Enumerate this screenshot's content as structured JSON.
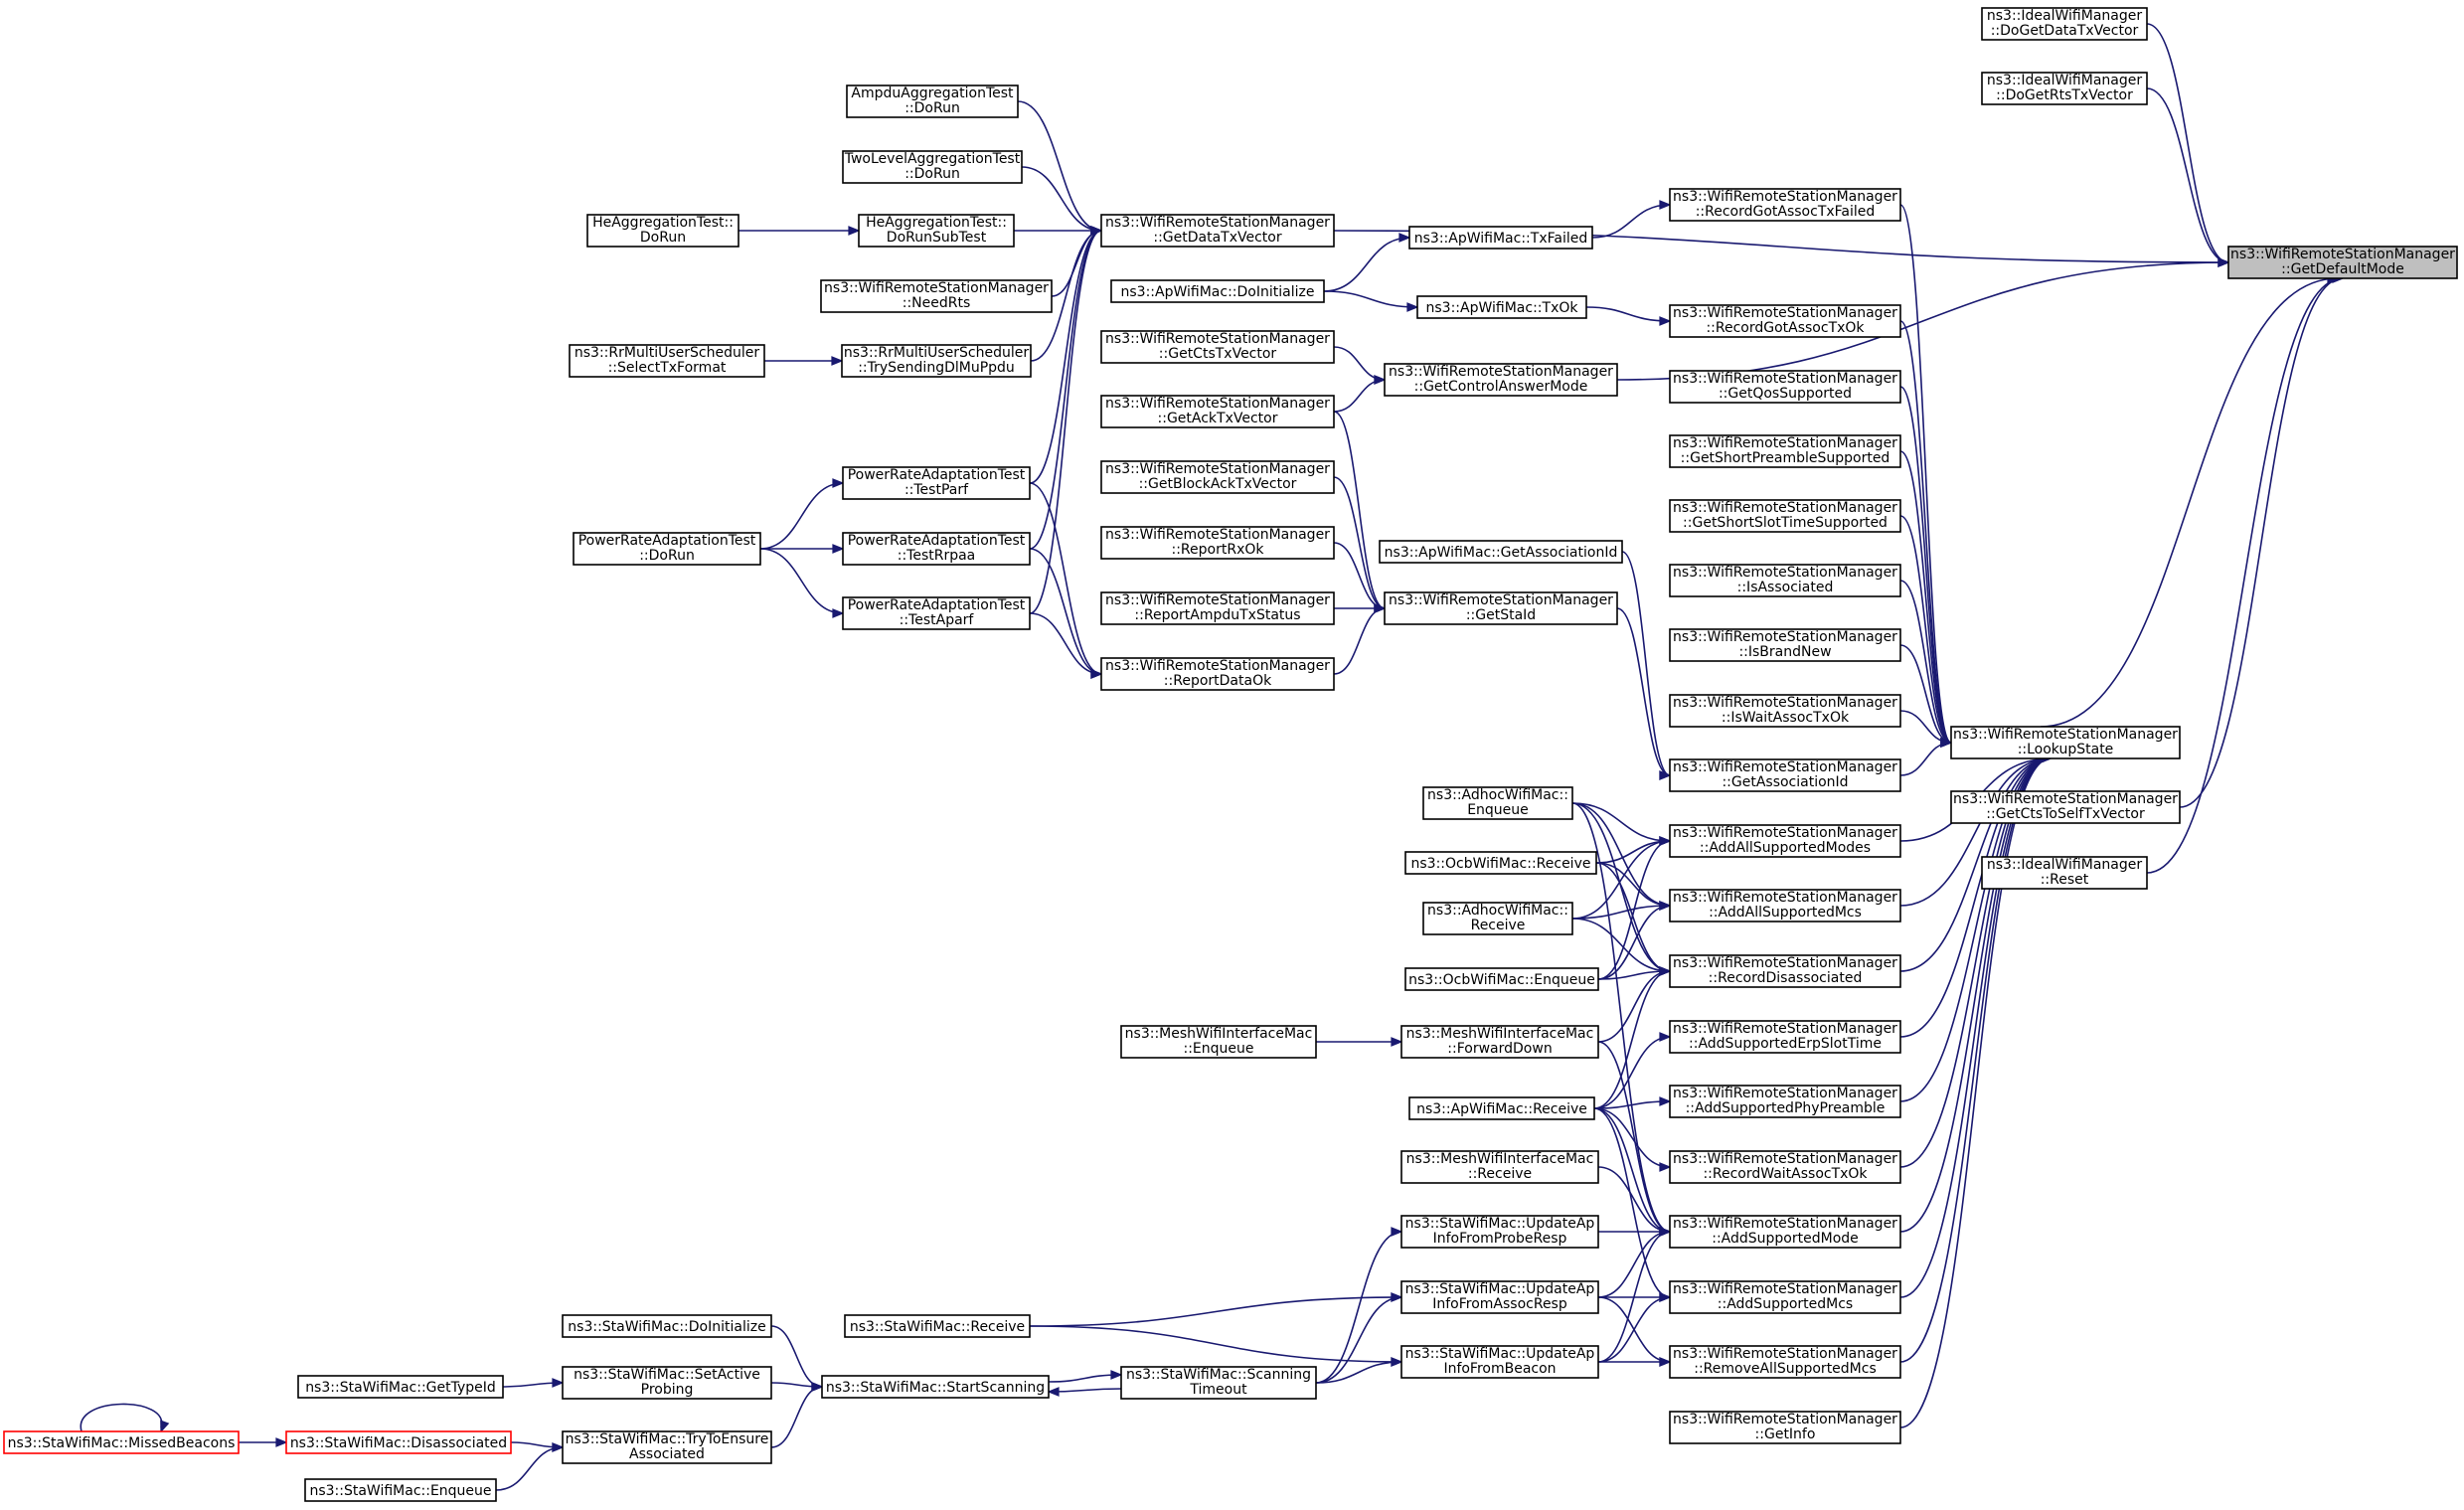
{
  "nodes": [
    {
      "id": "idl_dogetdatatx",
      "lines": [
        "ns3::IdealWifiManager",
        "::DoGetDataTxVector"
      ]
    },
    {
      "id": "idl_dogetrtstx",
      "lines": [
        "ns3::IdealWifiManager",
        "::DoGetRtsTxVector"
      ]
    },
    {
      "id": "getdefaultmode",
      "lines": [
        "ns3::WifiRemoteStationManager",
        "::GetDefaultMode"
      ]
    },
    {
      "id": "ampdu_dorun",
      "lines": [
        "AmpduAggregationTest",
        "::DoRun"
      ]
    },
    {
      "id": "twolevel_dorun",
      "lines": [
        "TwoLevelAggregationTest",
        "::DoRun"
      ]
    },
    {
      "id": "he_dorun",
      "lines": [
        "HeAggregationTest::",
        "DoRun"
      ]
    },
    {
      "id": "he_dorunsub",
      "lines": [
        "HeAggregationTest::",
        "DoRunSubTest"
      ]
    },
    {
      "id": "getdatatx",
      "lines": [
        "ns3::WifiRemoteStationManager",
        "::GetDataTxVector"
      ]
    },
    {
      "id": "ap_txfailed",
      "lines": [
        "ns3::ApWifiMac::TxFailed"
      ]
    },
    {
      "id": "recgotassoctxfailed",
      "lines": [
        "ns3::WifiRemoteStationManager",
        "::RecordGotAssocTxFailed"
      ]
    },
    {
      "id": "needrts",
      "lines": [
        "ns3::WifiRemoteStationManager",
        "::NeedRts"
      ]
    },
    {
      "id": "ap_doinit",
      "lines": [
        "ns3::ApWifiMac::DoInitialize"
      ]
    },
    {
      "id": "ap_txok",
      "lines": [
        "ns3::ApWifiMac::TxOk"
      ]
    },
    {
      "id": "recgotassoctxok",
      "lines": [
        "ns3::WifiRemoteStationManager",
        "::RecordGotAssocTxOk"
      ]
    },
    {
      "id": "rr_select",
      "lines": [
        "ns3::RrMultiUserScheduler",
        "::SelectTxFormat"
      ]
    },
    {
      "id": "rr_trysending",
      "lines": [
        "ns3::RrMultiUserScheduler",
        "::TrySendingDlMuPpdu"
      ]
    },
    {
      "id": "getctstx",
      "lines": [
        "ns3::WifiRemoteStationManager",
        "::GetCtsTxVector"
      ]
    },
    {
      "id": "getcontrolanswer",
      "lines": [
        "ns3::WifiRemoteStationManager",
        "::GetControlAnswerMode"
      ]
    },
    {
      "id": "getqos",
      "lines": [
        "ns3::WifiRemoteStationManager",
        "::GetQosSupported"
      ]
    },
    {
      "id": "getacktx",
      "lines": [
        "ns3::WifiRemoteStationManager",
        "::GetAckTxVector"
      ]
    },
    {
      "id": "getshortpreamble",
      "lines": [
        "ns3::WifiRemoteStationManager",
        "::GetShortPreambleSupported"
      ]
    },
    {
      "id": "pra_testparf",
      "lines": [
        "PowerRateAdaptationTest",
        "::TestParf"
      ]
    },
    {
      "id": "getblockacktx",
      "lines": [
        "ns3::WifiRemoteStationManager",
        "::GetBlockAckTxVector"
      ]
    },
    {
      "id": "getshortslot",
      "lines": [
        "ns3::WifiRemoteStationManager",
        "::GetShortSlotTimeSupported"
      ]
    },
    {
      "id": "pra_dorun",
      "lines": [
        "PowerRateAdaptationTest",
        "::DoRun"
      ]
    },
    {
      "id": "pra_testrrpaa",
      "lines": [
        "PowerRateAdaptationTest",
        "::TestRrpaa"
      ]
    },
    {
      "id": "reportrxok",
      "lines": [
        "ns3::WifiRemoteStationManager",
        "::ReportRxOk"
      ]
    },
    {
      "id": "ap_getassocid",
      "lines": [
        "ns3::ApWifiMac::GetAssociationId"
      ]
    },
    {
      "id": "isassociated",
      "lines": [
        "ns3::WifiRemoteStationManager",
        "::IsAssociated"
      ]
    },
    {
      "id": "reportampdu",
      "lines": [
        "ns3::WifiRemoteStationManager",
        "::ReportAmpduTxStatus"
      ]
    },
    {
      "id": "getstaid",
      "lines": [
        "ns3::WifiRemoteStationManager",
        "::GetStaId"
      ]
    },
    {
      "id": "pra_testaparf",
      "lines": [
        "PowerRateAdaptationTest",
        "::TestAparf"
      ]
    },
    {
      "id": "isbrandnew",
      "lines": [
        "ns3::WifiRemoteStationManager",
        "::IsBrandNew"
      ]
    },
    {
      "id": "reportdataok",
      "lines": [
        "ns3::WifiRemoteStationManager",
        "::ReportDataOk"
      ]
    },
    {
      "id": "iswaitassoctxok",
      "lines": [
        "ns3::WifiRemoteStationManager",
        "::IsWaitAssocTxOk"
      ]
    },
    {
      "id": "lookupstate",
      "lines": [
        "ns3::WifiRemoteStationManager",
        "::LookupState"
      ]
    },
    {
      "id": "getassocid",
      "lines": [
        "ns3::WifiRemoteStationManager",
        "::GetAssociationId"
      ]
    },
    {
      "id": "getctstoself",
      "lines": [
        "ns3::WifiRemoteStationManager",
        "::GetCtsToSelfTxVector"
      ]
    },
    {
      "id": "adhoc_enqueue",
      "lines": [
        "ns3::AdhocWifiMac::",
        "Enqueue"
      ]
    },
    {
      "id": "addallmodes",
      "lines": [
        "ns3::WifiRemoteStationManager",
        "::AddAllSupportedModes"
      ]
    },
    {
      "id": "idl_reset",
      "lines": [
        "ns3::IdealWifiManager",
        "::Reset"
      ]
    },
    {
      "id": "ocb_receive",
      "lines": [
        "ns3::OcbWifiMac::Receive"
      ]
    },
    {
      "id": "addallmcs",
      "lines": [
        "ns3::WifiRemoteStationManager",
        "::AddAllSupportedMcs"
      ]
    },
    {
      "id": "adhoc_receive",
      "lines": [
        "ns3::AdhocWifiMac::",
        "Receive"
      ]
    },
    {
      "id": "recdisassoc",
      "lines": [
        "ns3::WifiRemoteStationManager",
        "::RecordDisassociated"
      ]
    },
    {
      "id": "ocb_enqueue",
      "lines": [
        "ns3::OcbWifiMac::Enqueue"
      ]
    },
    {
      "id": "mesh_enqueue",
      "lines": [
        "ns3::MeshWifiInterfaceMac",
        "::Enqueue"
      ]
    },
    {
      "id": "mesh_forward",
      "lines": [
        "ns3::MeshWifiInterfaceMac",
        "::ForwardDown"
      ]
    },
    {
      "id": "adderpslot",
      "lines": [
        "ns3::WifiRemoteStationManager",
        "::AddSupportedErpSlotTime"
      ]
    },
    {
      "id": "ap_receive",
      "lines": [
        "ns3::ApWifiMac::Receive"
      ]
    },
    {
      "id": "addphypreamble",
      "lines": [
        "ns3::WifiRemoteStationManager",
        "::AddSupportedPhyPreamble"
      ]
    },
    {
      "id": "mesh_receive",
      "lines": [
        "ns3::MeshWifiInterfaceMac",
        "::Receive"
      ]
    },
    {
      "id": "recwaitassoc",
      "lines": [
        "ns3::WifiRemoteStationManager",
        "::RecordWaitAssocTxOk"
      ]
    },
    {
      "id": "sta_updprobe",
      "lines": [
        "ns3::StaWifiMac::UpdateAp",
        "InfoFromProbeResp"
      ]
    },
    {
      "id": "addmode",
      "lines": [
        "ns3::WifiRemoteStationManager",
        "::AddSupportedMode"
      ]
    },
    {
      "id": "sta_doinit",
      "lines": [
        "ns3::StaWifiMac::DoInitialize"
      ]
    },
    {
      "id": "sta_receive",
      "lines": [
        "ns3::StaWifiMac::Receive"
      ]
    },
    {
      "id": "sta_updassoc",
      "lines": [
        "ns3::StaWifiMac::UpdateAp",
        "InfoFromAssocResp"
      ]
    },
    {
      "id": "addmcs",
      "lines": [
        "ns3::WifiRemoteStationManager",
        "::AddSupportedMcs"
      ]
    },
    {
      "id": "sta_gettypeid",
      "lines": [
        "ns3::StaWifiMac::GetTypeId"
      ]
    },
    {
      "id": "sta_setactive",
      "lines": [
        "ns3::StaWifiMac::SetActive",
        "Probing"
      ]
    },
    {
      "id": "sta_startscan",
      "lines": [
        "ns3::StaWifiMac::StartScanning"
      ]
    },
    {
      "id": "sta_scantimeout",
      "lines": [
        "ns3::StaWifiMac::Scanning",
        "Timeout"
      ]
    },
    {
      "id": "sta_updbeacon",
      "lines": [
        "ns3::StaWifiMac::UpdateAp",
        "InfoFromBeacon"
      ]
    },
    {
      "id": "removeallmcs",
      "lines": [
        "ns3::WifiRemoteStationManager",
        "::RemoveAllSupportedMcs"
      ]
    },
    {
      "id": "sta_missed",
      "lines": [
        "ns3::StaWifiMac::MissedBeacons"
      ]
    },
    {
      "id": "sta_disassoc",
      "lines": [
        "ns3::StaWifiMac::Disassociated"
      ]
    },
    {
      "id": "sta_trytoensure",
      "lines": [
        "ns3::StaWifiMac::TryToEnsure",
        "Associated"
      ]
    },
    {
      "id": "getinfo",
      "lines": [
        "ns3::WifiRemoteStationManager",
        "::GetInfo"
      ]
    },
    {
      "id": "sta_enqueue",
      "lines": [
        "ns3::StaWifiMac::Enqueue"
      ]
    }
  ],
  "edges": [
    [
      "idl_dogetdatatx",
      "getdefaultmode"
    ],
    [
      "idl_dogetrtstx",
      "getdefaultmode"
    ],
    [
      "getdatatx",
      "getdefaultmode"
    ],
    [
      "getcontrolanswer",
      "getdefaultmode"
    ],
    [
      "lookupstate",
      "getdefaultmode"
    ],
    [
      "getctstoself",
      "getdefaultmode"
    ],
    [
      "idl_reset",
      "getdefaultmode"
    ],
    [
      "ampdu_dorun",
      "getdatatx"
    ],
    [
      "twolevel_dorun",
      "getdatatx"
    ],
    [
      "he_dorunsub",
      "getdatatx"
    ],
    [
      "needrts",
      "getdatatx"
    ],
    [
      "rr_trysending",
      "getdatatx"
    ],
    [
      "pra_testparf",
      "getdatatx"
    ],
    [
      "pra_testrrpaa",
      "getdatatx"
    ],
    [
      "pra_testaparf",
      "getdatatx"
    ],
    [
      "he_dorun",
      "he_dorunsub"
    ],
    [
      "rr_select",
      "rr_trysending"
    ],
    [
      "pra_dorun",
      "pra_testparf"
    ],
    [
      "pra_dorun",
      "pra_testrrpaa"
    ],
    [
      "pra_dorun",
      "pra_testaparf"
    ],
    [
      "ap_doinit",
      "ap_txfailed"
    ],
    [
      "ap_doinit",
      "ap_txok"
    ],
    [
      "ap_txfailed",
      "recgotassoctxfailed"
    ],
    [
      "ap_txok",
      "recgotassoctxok"
    ],
    [
      "getctstx",
      "getcontrolanswer"
    ],
    [
      "getacktx",
      "getcontrolanswer"
    ],
    [
      "getacktx",
      "getstaid"
    ],
    [
      "getblockacktx",
      "getstaid"
    ],
    [
      "reportrxok",
      "getstaid"
    ],
    [
      "reportampdu",
      "getstaid"
    ],
    [
      "reportdataok",
      "getstaid"
    ],
    [
      "pra_testparf",
      "reportdataok"
    ],
    [
      "pra_testrrpaa",
      "reportdataok"
    ],
    [
      "pra_testaparf",
      "reportdataok"
    ],
    [
      "getstaid",
      "getassocid"
    ],
    [
      "ap_getassocid",
      "getassocid"
    ],
    [
      "recgotassoctxfailed",
      "lookupstate"
    ],
    [
      "recgotassoctxok",
      "lookupstate"
    ],
    [
      "getqos",
      "lookupstate"
    ],
    [
      "getshortpreamble",
      "lookupstate"
    ],
    [
      "getshortslot",
      "lookupstate"
    ],
    [
      "isassociated",
      "lookupstate"
    ],
    [
      "isbrandnew",
      "lookupstate"
    ],
    [
      "iswaitassoctxok",
      "lookupstate"
    ],
    [
      "getassocid",
      "lookupstate"
    ],
    [
      "addallmodes",
      "lookupstate"
    ],
    [
      "addallmcs",
      "lookupstate"
    ],
    [
      "recdisassoc",
      "lookupstate"
    ],
    [
      "adderpslot",
      "lookupstate"
    ],
    [
      "addphypreamble",
      "lookupstate"
    ],
    [
      "recwaitassoc",
      "lookupstate"
    ],
    [
      "addmode",
      "lookupstate"
    ],
    [
      "addmcs",
      "lookupstate"
    ],
    [
      "removeallmcs",
      "lookupstate"
    ],
    [
      "getinfo",
      "lookupstate"
    ],
    [
      "adhoc_enqueue",
      "addallmodes"
    ],
    [
      "ocb_receive",
      "addallmodes"
    ],
    [
      "adhoc_receive",
      "addallmodes"
    ],
    [
      "ocb_enqueue",
      "addallmodes"
    ],
    [
      "adhoc_enqueue",
      "addallmcs"
    ],
    [
      "ocb_receive",
      "addallmcs"
    ],
    [
      "adhoc_receive",
      "addallmcs"
    ],
    [
      "ocb_enqueue",
      "addallmcs"
    ],
    [
      "adhoc_enqueue",
      "recdisassoc"
    ],
    [
      "ocb_receive",
      "recdisassoc"
    ],
    [
      "adhoc_receive",
      "recdisassoc"
    ],
    [
      "ocb_enqueue",
      "recdisassoc"
    ],
    [
      "mesh_forward",
      "recdisassoc"
    ],
    [
      "ap_receive",
      "recdisassoc"
    ],
    [
      "mesh_enqueue",
      "mesh_forward"
    ],
    [
      "adhoc_enqueue",
      "addmode"
    ],
    [
      "mesh_forward",
      "addmode"
    ],
    [
      "ap_receive",
      "addmode"
    ],
    [
      "mesh_receive",
      "addmode"
    ],
    [
      "ap_receive",
      "adderpslot"
    ],
    [
      "ap_receive",
      "addphypreamble"
    ],
    [
      "ap_receive",
      "recwaitassoc"
    ],
    [
      "ap_receive",
      "addmcs"
    ],
    [
      "sta_updprobe",
      "addmode"
    ],
    [
      "sta_updassoc",
      "addmode"
    ],
    [
      "sta_updbeacon",
      "addmode"
    ],
    [
      "sta_updassoc",
      "addmcs"
    ],
    [
      "sta_updbeacon",
      "addmcs"
    ],
    [
      "sta_updassoc",
      "removeallmcs"
    ],
    [
      "sta_updbeacon",
      "removeallmcs"
    ],
    [
      "sta_receive",
      "sta_updassoc"
    ],
    [
      "sta_receive",
      "sta_updbeacon"
    ],
    [
      "sta_scantimeout",
      "sta_updprobe"
    ],
    [
      "sta_scantimeout",
      "sta_updassoc"
    ],
    [
      "sta_scantimeout",
      "sta_updbeacon"
    ],
    [
      "sta_scantimeout",
      "sta_startscan"
    ],
    [
      "sta_startscan",
      "sta_scantimeout"
    ],
    [
      "sta_doinit",
      "sta_startscan"
    ],
    [
      "sta_setactive",
      "sta_startscan"
    ],
    [
      "sta_trytoensure",
      "sta_startscan"
    ],
    [
      "sta_gettypeid",
      "sta_setactive"
    ],
    [
      "sta_missed",
      "sta_disassoc"
    ],
    [
      "sta_disassoc",
      "sta_trytoensure"
    ],
    [
      "sta_enqueue",
      "sta_trytoensure"
    ],
    [
      "sta_missed",
      "sta_missed"
    ]
  ],
  "colors": {
    "edge": "#191970",
    "border": "#000000",
    "red_border": "#ff0000",
    "selected_fill": "#bfbfbf"
  }
}
